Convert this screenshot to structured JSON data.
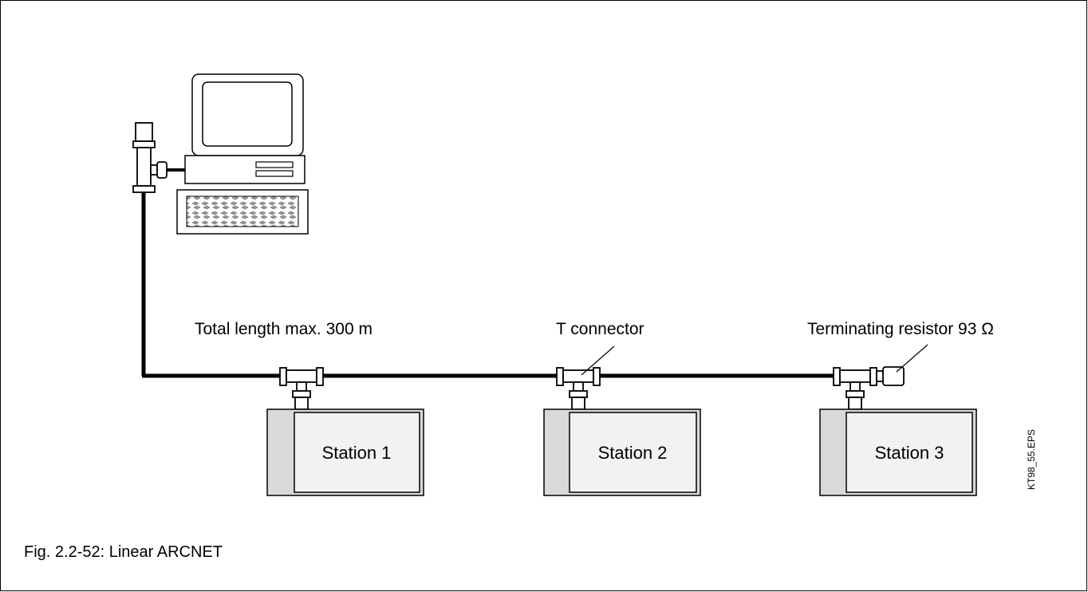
{
  "labels": {
    "total_length": "Total length max. 300 m",
    "t_connector": "T connector",
    "terminating_resistor": "Terminating resistor 93 Ω"
  },
  "stations": [
    {
      "label": "Station 1"
    },
    {
      "label": "Station 2"
    },
    {
      "label": "Station 3"
    }
  ],
  "file_name": "KT98_55.EPS",
  "caption": "Fig. 2.2-52: Linear ARCNET",
  "colors": {
    "line": "#000000",
    "station_fill": "#d9d9d9",
    "station_panel": "#f2f2f2",
    "connector_fill": "#ffffff",
    "keyboard_pattern": "#9a9a9a"
  }
}
